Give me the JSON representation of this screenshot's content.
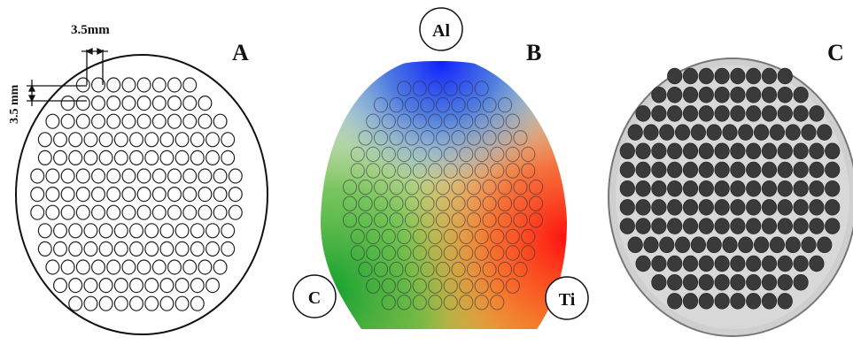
{
  "panels": [
    {
      "id": "A",
      "label": "A",
      "description_text": ""
    },
    {
      "id": "B",
      "label": "B"
    },
    {
      "id": "C",
      "label": "C"
    }
  ],
  "panel_a": {
    "dimension_horizontal": "3.5mm",
    "dimension_vertical": "3.5 mm",
    "row_counts": [
      8,
      10,
      12,
      13,
      13,
      14,
      14,
      14,
      13,
      13,
      12,
      11,
      9
    ]
  },
  "panel_b": {
    "element_top": "Al",
    "element_left": "C",
    "element_right": "Ti",
    "colors": {
      "top": "#1a2cff",
      "left": "#1ea83a",
      "right": "#ff1f1f",
      "mid_top": "#7fb0d8",
      "bottom_mid": "#c8b040"
    },
    "row_counts": [
      6,
      9,
      10,
      11,
      12,
      12,
      13,
      13,
      13,
      12,
      12,
      11,
      10,
      8
    ]
  },
  "panel_c": {
    "wafer_color": "#c9c9c9",
    "dot_color": "#3a3a3a",
    "row_counts": [
      8,
      10,
      12,
      13,
      14,
      14,
      14,
      14,
      14,
      13,
      12,
      10,
      8
    ]
  }
}
